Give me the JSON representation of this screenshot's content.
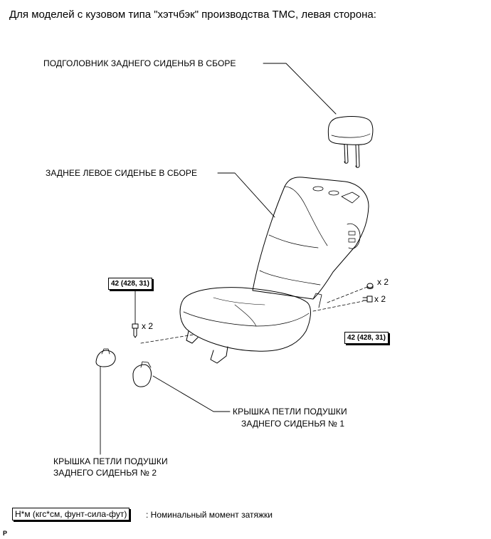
{
  "header": "Для моделей с кузовом типа \"хэтчбэк\" производства TMC, левая сторона:",
  "labels": {
    "headrest": "ПОДГОЛОВНИК ЗАДНЕГО СИДЕНЬЯ В СБОРЕ",
    "seat": "ЗАДНЕЕ ЛЕВОЕ СИДЕНЬЕ В СБОРЕ",
    "cover1_line1": "КРЫШКА ПЕТЛИ ПОДУШКИ",
    "cover1_line2": "ЗАДНЕГО СИДЕНЬЯ № 1",
    "cover2_line1": "КРЫШКА ПЕТЛИ ПОДУШКИ",
    "cover2_line2": "ЗАДНЕГО СИДЕНЬЯ № 2"
  },
  "torque": {
    "left": "42 (428, 31)",
    "right": "42 (428, 31)"
  },
  "quantities": {
    "left_bolt": "x 2",
    "right_nut": "x 2",
    "right_bolt": "x 2"
  },
  "legend": {
    "box": "Н*м (кгс*см, фунт-сила-фут)",
    "text": ": Номинальный момент затяжки"
  },
  "footer_code": "P"
}
